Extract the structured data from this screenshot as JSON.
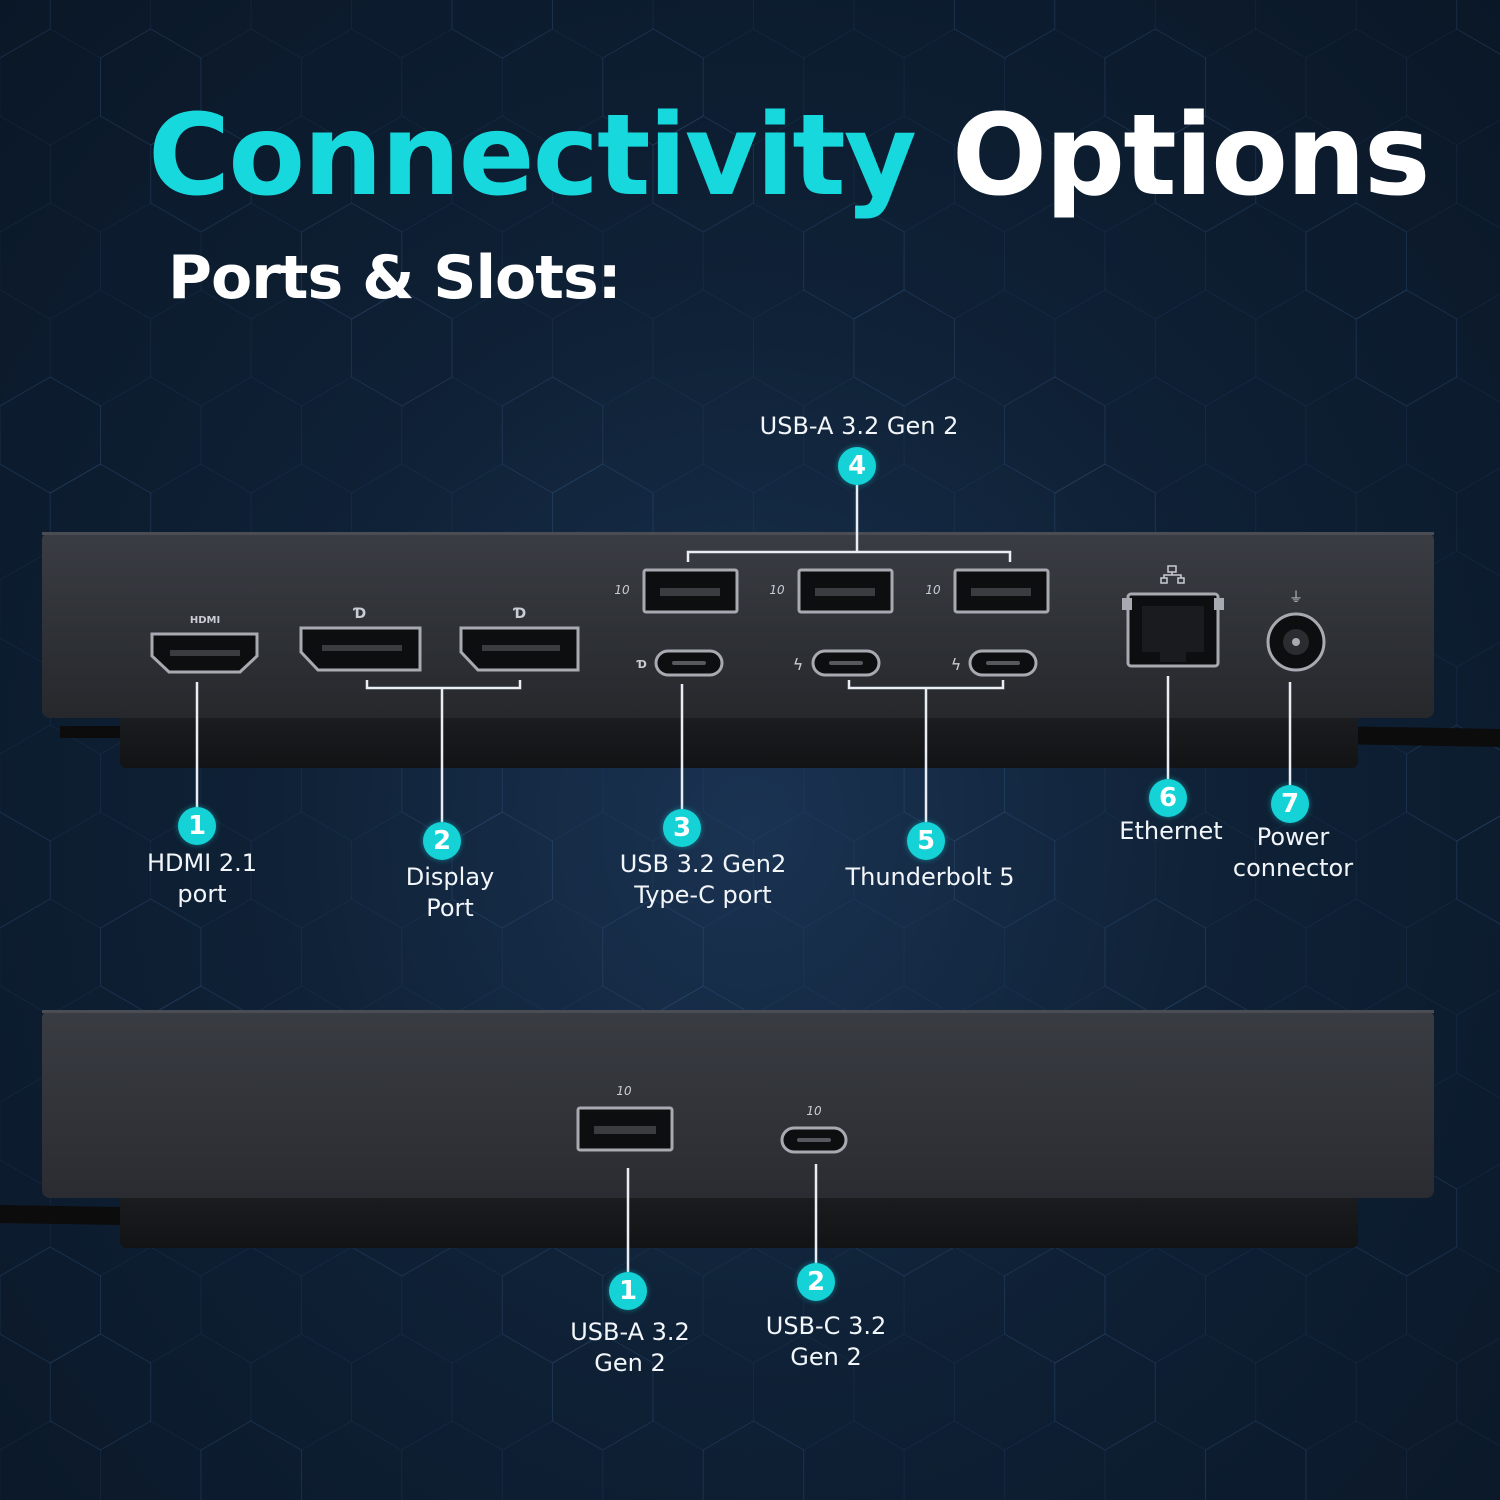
{
  "title": {
    "part1": "Connectivity",
    "part2": "Options"
  },
  "subtitle": "Ports & Slots:",
  "colors": {
    "accent": "#17d8dd",
    "badge": "#15d2d6",
    "background": "#0f2136",
    "device": "#2f3238"
  },
  "port_glyphs": {
    "hdmi": "HDMI",
    "usb_speed": "10"
  },
  "rear_callouts": [
    {
      "number": "1",
      "label": [
        "HDMI 2.1",
        "port"
      ]
    },
    {
      "number": "2",
      "label": [
        "Display",
        "Port"
      ]
    },
    {
      "number": "3",
      "label": [
        "USB 3.2 Gen2",
        "Type-C port"
      ]
    },
    {
      "number": "4",
      "label": [
        "USB-A 3.2 Gen 2"
      ]
    },
    {
      "number": "5",
      "label": [
        "Thunderbolt 5"
      ]
    },
    {
      "number": "6",
      "label": [
        "Ethernet"
      ]
    },
    {
      "number": "7",
      "label": [
        "Power",
        "connector"
      ]
    }
  ],
  "front_callouts": [
    {
      "number": "1",
      "label": [
        "USB-A 3.2",
        "Gen 2"
      ]
    },
    {
      "number": "2",
      "label": [
        "USB-C 3.2",
        "Gen 2"
      ]
    }
  ]
}
